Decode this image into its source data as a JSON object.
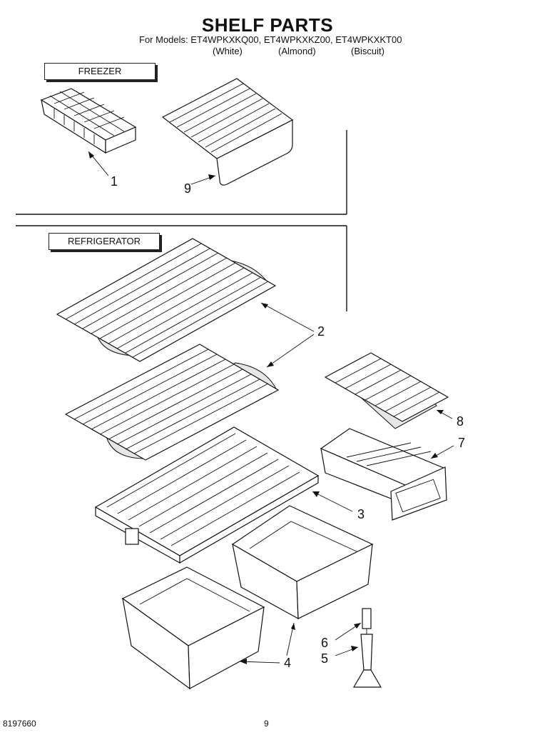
{
  "header": {
    "title": "SHELF PARTS",
    "models_line": "For Models: ET4WPKXKQ00, ET4WPKXKZ00, ET4WPKXKT00",
    "color_white": "(White)",
    "color_almond": "(Almond)",
    "color_biscuit": "(Biscuit)"
  },
  "sections": {
    "freezer": "FREEZER",
    "refrigerator": "REFRIGERATOR"
  },
  "callouts": {
    "p1": "1",
    "p2": "2",
    "p3": "3",
    "p4": "4",
    "p5": "5",
    "p6": "6",
    "p7": "7",
    "p8": "8",
    "p9": "9"
  },
  "footer": {
    "doc_number": "8197660",
    "page_number": "9"
  }
}
